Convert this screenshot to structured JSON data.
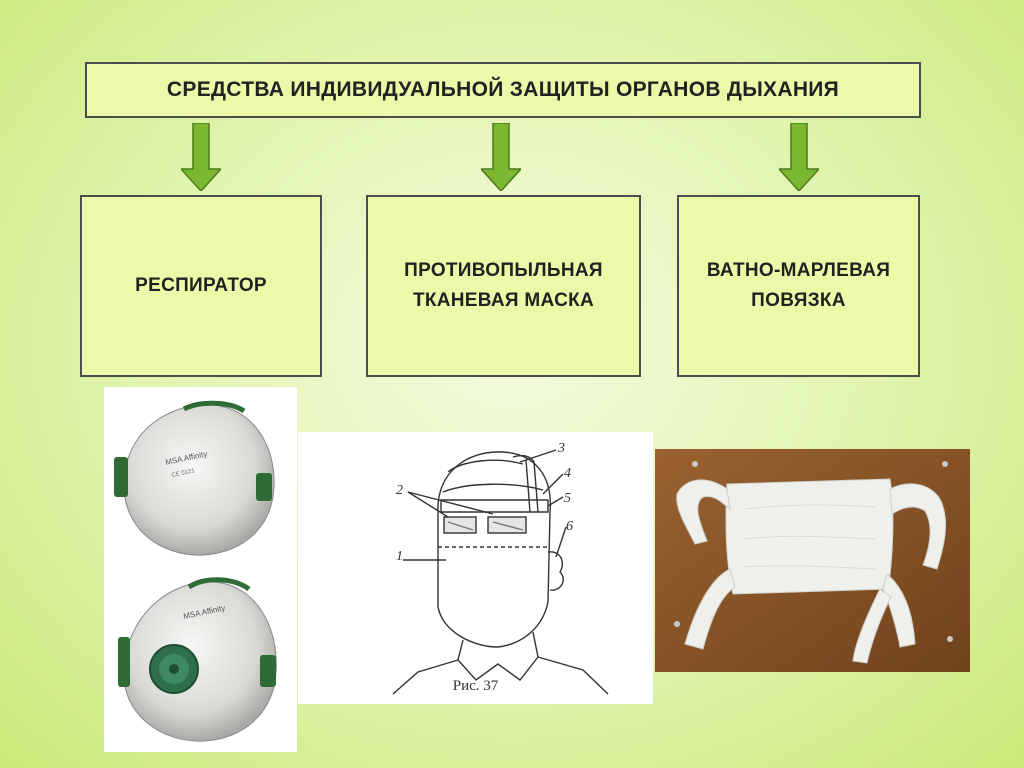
{
  "title": "СРЕДСТВА ИНДИВИДУАЛЬНОЙ ЗАЩИТЫ ОРГАНОВ ДЫХАНИЯ",
  "categories": [
    {
      "label": "РЕСПИРАТОР"
    },
    {
      "label_line1": "ПРОТИВОПЫЛЬНАЯ",
      "label_line2": "ТКАНЕВАЯ МАСКА"
    },
    {
      "label_line1": "ВАТНО-МАРЛЕВАЯ",
      "label_line2": "ПОВЯЗКА"
    }
  ],
  "mask_drawing": {
    "caption": "Рис. 37",
    "callouts": [
      "1",
      "2",
      "3",
      "4",
      "5",
      "6"
    ]
  },
  "colors": {
    "box_fill": "#ecf9a8",
    "arrow_fill": "#7cb82f",
    "background": "#d6ef8f"
  }
}
